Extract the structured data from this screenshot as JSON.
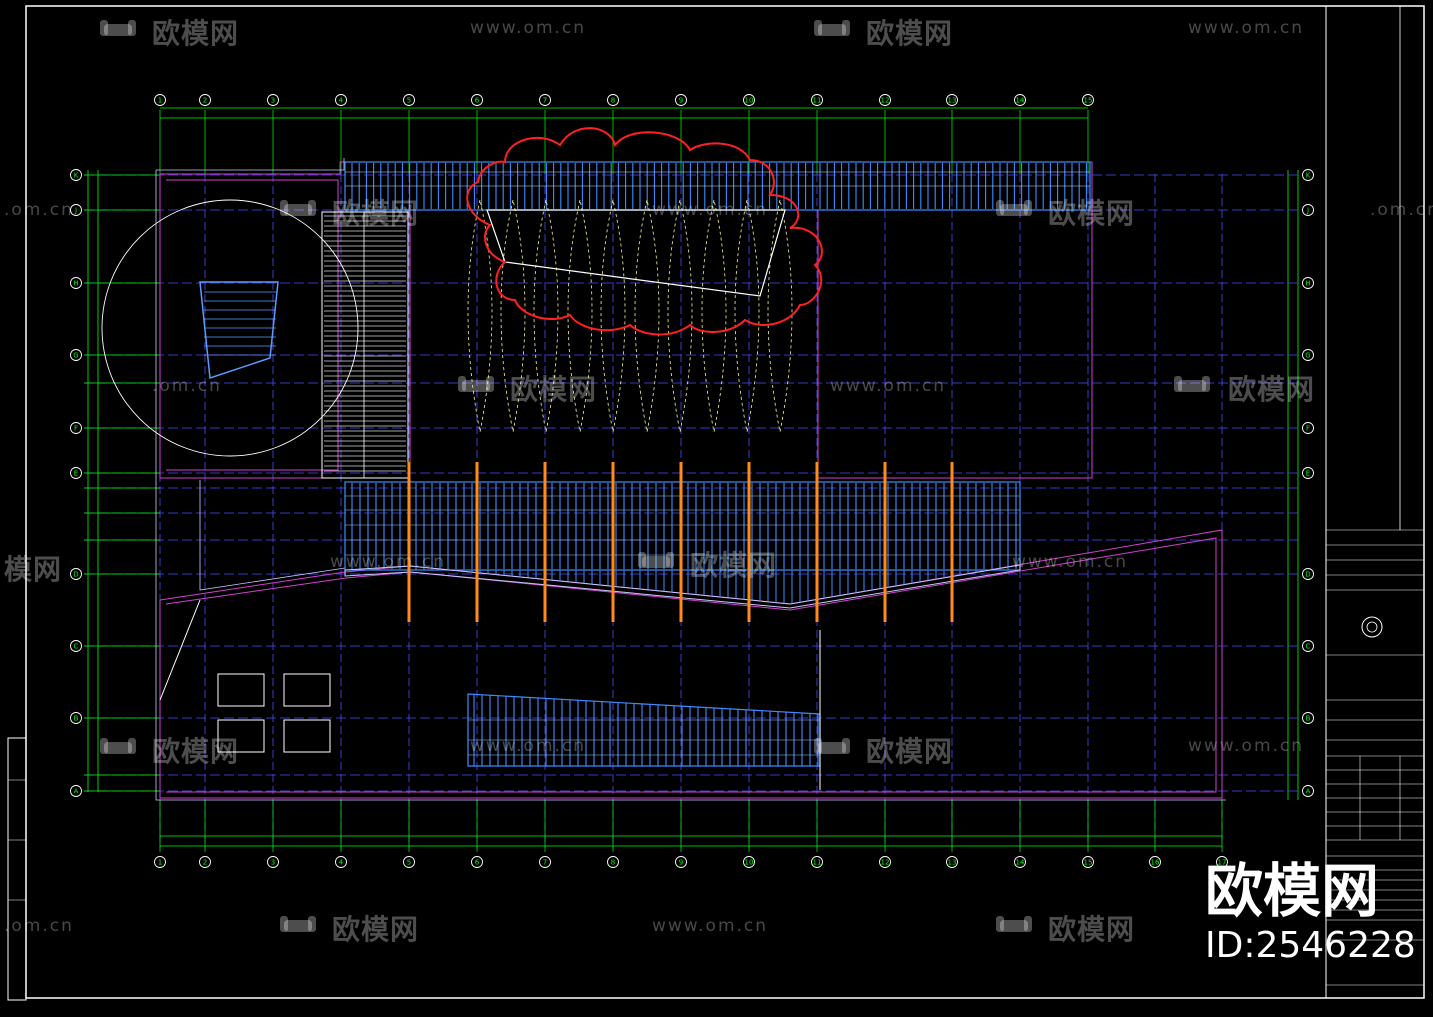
{
  "drawing": {
    "colors": {
      "background": "#000000",
      "frame": "#ffffff",
      "grid_axis": "#00ff00",
      "secondary_grid": "#4a4aff",
      "steel_members": "#3d8bff",
      "revision_cloud": "#ff2020",
      "columns": "#ff8c1a",
      "dashed_trusses": "#ffff66",
      "outline": "#ff00ff"
    },
    "top_axes": [
      "1",
      "2",
      "3",
      "4",
      "5",
      "6",
      "7",
      "8",
      "9",
      "10",
      "11",
      "12",
      "13",
      "14",
      "15"
    ],
    "bottom_axes": [
      "1",
      "2",
      "3",
      "4",
      "5",
      "6",
      "7",
      "8",
      "9",
      "10",
      "11",
      "12",
      "13",
      "14",
      "15",
      "16",
      "17"
    ],
    "row_axes": [
      "K",
      "J",
      "H",
      "G",
      "F",
      "E",
      "D",
      "C",
      "B",
      "A"
    ],
    "right_row_axes": [
      "K",
      "J",
      "H",
      "G",
      "F",
      "E",
      "D",
      "C",
      "B",
      "A"
    ]
  },
  "watermarks": {
    "brand_cn": "欧模网",
    "url": "www.om.cn",
    "url_short": ".om.cn",
    "partial_left": "模网"
  },
  "brand": {
    "name": "欧模网",
    "id": "ID:2546228"
  },
  "title_block": {
    "icons": [
      "institute-seal-icon",
      "logo-sofa-icon"
    ]
  }
}
